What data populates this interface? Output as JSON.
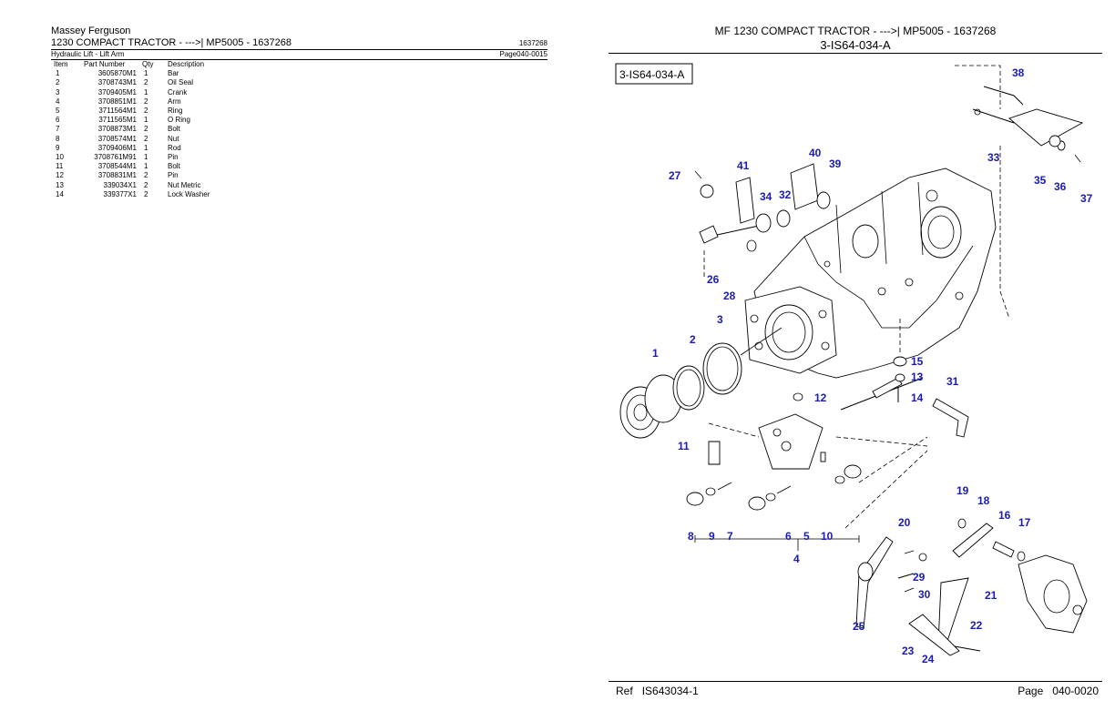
{
  "header": {
    "brand": "Massey Ferguson",
    "model_line": "1230   COMPACT TRACTOR  -  --->| MP5005 - 1637268",
    "model_code": "1637268",
    "section": "Hydraulic Lift - Lift Arm",
    "page_ref": "Page040-0015"
  },
  "table": {
    "columns": [
      "Item",
      "Part Number",
      "Qty",
      "Description"
    ],
    "rows": [
      {
        "item": "1",
        "part": "3605870M1",
        "qty": "1",
        "desc": "Bar"
      },
      {
        "item": "2",
        "part": "3708743M1",
        "qty": "2",
        "desc": "Oil Seal"
      },
      {
        "item": "3",
        "part": "3709405M1",
        "qty": "1",
        "desc": "Crank"
      },
      {
        "item": "4",
        "part": "3708851M1",
        "qty": "2",
        "desc": "Arm"
      },
      {
        "item": "5",
        "part": "3711564M1",
        "qty": "2",
        "desc": "Ring"
      },
      {
        "item": "6",
        "part": "3711565M1",
        "qty": "1",
        "desc": "O Ring"
      },
      {
        "item": "7",
        "part": "3708873M1",
        "qty": "2",
        "desc": "Bolt"
      },
      {
        "item": "8",
        "part": "3708574M1",
        "qty": "2",
        "desc": "Nut"
      },
      {
        "item": "9",
        "part": "3709406M1",
        "qty": "1",
        "desc": "Rod"
      },
      {
        "item": "10",
        "part": "3708761M91",
        "qty": "1",
        "desc": "Pin"
      },
      {
        "item": "11",
        "part": "3708544M1",
        "qty": "1",
        "desc": "Bolt"
      },
      {
        "item": "12",
        "part": "3708831M1",
        "qty": "2",
        "desc": "Pin"
      },
      {
        "item": "13",
        "part": "339034X1",
        "qty": "2",
        "desc": "Nut Metric"
      },
      {
        "item": "14",
        "part": "339377X1",
        "qty": "2",
        "desc": "Lock Washer"
      }
    ]
  },
  "diagram": {
    "title": "MF 1230   COMPACT TRACTOR  -  --->| MP5005 - 1637268",
    "subtitle": "3-IS64-034-A",
    "box_label": "3-IS64-034-A",
    "callout_color": "#1a1ab8",
    "callouts": [
      "1",
      "2",
      "3",
      "4",
      "5",
      "6",
      "7",
      "8",
      "9",
      "10",
      "11",
      "12",
      "13",
      "14",
      "15",
      "16",
      "17",
      "18",
      "19",
      "20",
      "21",
      "22",
      "23",
      "24",
      "25",
      "26",
      "27",
      "28",
      "29",
      "30",
      "31",
      "32",
      "33",
      "34",
      "35",
      "36",
      "37",
      "38",
      "39",
      "40",
      "41"
    ]
  },
  "footer": {
    "ref_label": "Ref",
    "ref_value": "IS643034-1",
    "page_label": "Page",
    "page_value": "040-0020"
  }
}
